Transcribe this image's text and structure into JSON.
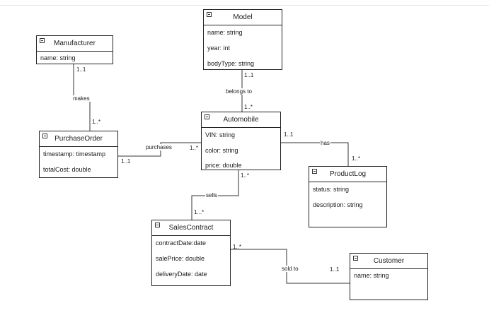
{
  "classes": {
    "model": {
      "name": "Model",
      "attributes": [
        "name: string",
        "year: int",
        "bodyType: string"
      ]
    },
    "manufacturer": {
      "name": "Manufacturer",
      "attributes": [
        "name: string"
      ]
    },
    "purchase_order": {
      "name": "PurchaseOrder",
      "attributes": [
        "timestamp: timestamp",
        "totalCost: double"
      ]
    },
    "automobile": {
      "name": "Automobile",
      "attributes": [
        "VIN: string",
        "color: string",
        "price: double"
      ]
    },
    "product_log": {
      "name": "ProductLog",
      "attributes": [
        "status: string",
        "description: string"
      ]
    },
    "sales_contract": {
      "name": "SalesContract",
      "attributes": [
        "contractDate:date",
        "salePrice: double",
        "deliveryDate: date"
      ]
    },
    "customer": {
      "name": "Customer",
      "attributes": [
        "name: string"
      ]
    }
  },
  "associations": {
    "makes": {
      "label": "makes",
      "source_mult": "1..1",
      "target_mult": "1..*"
    },
    "belongs_to": {
      "label": "belongs to",
      "source_mult": "1..1",
      "target_mult": "1..*"
    },
    "purchases": {
      "label": "purchases",
      "source_mult": "1..1",
      "target_mult": "1..*"
    },
    "has": {
      "label": "has",
      "source_mult": "1..1",
      "target_mult": "1..*"
    },
    "sells": {
      "label": "sells",
      "source_mult": "1..*",
      "target_mult": "1...*"
    },
    "sold_to": {
      "label": "sold to",
      "source_mult": "1..*",
      "target_mult": "1..1"
    }
  }
}
